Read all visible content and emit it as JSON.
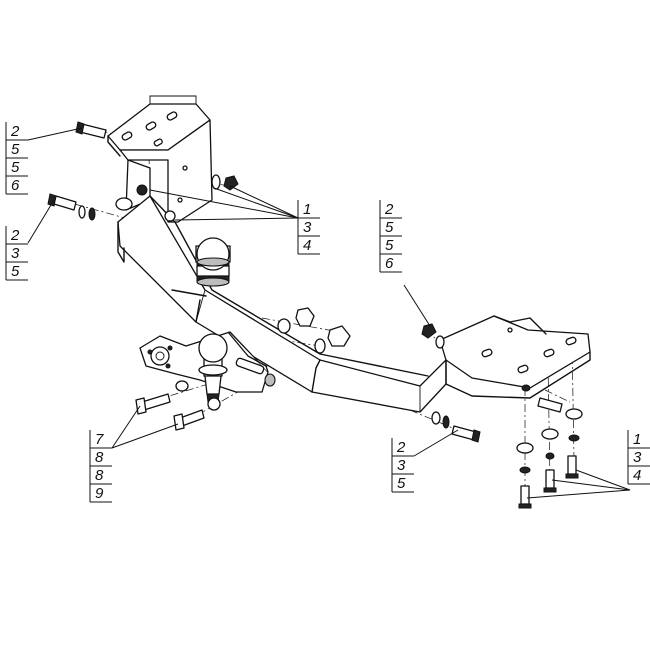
{
  "callouts": [
    {
      "id": "upper-left",
      "numbers": [
        "2",
        "5",
        "5",
        "6"
      ]
    },
    {
      "id": "mid-left",
      "numbers": [
        "2",
        "3",
        "5"
      ]
    },
    {
      "id": "center-bracket",
      "numbers": [
        "1",
        "3",
        "4"
      ]
    },
    {
      "id": "upper-right",
      "numbers": [
        "2",
        "5",
        "5",
        "6"
      ]
    },
    {
      "id": "ball-bolts",
      "numbers": [
        "7",
        "8",
        "8",
        "9"
      ]
    },
    {
      "id": "lower-mid",
      "numbers": [
        "2",
        "3",
        "5"
      ]
    },
    {
      "id": "lower-right",
      "numbers": [
        "1",
        "3",
        "4"
      ]
    }
  ]
}
